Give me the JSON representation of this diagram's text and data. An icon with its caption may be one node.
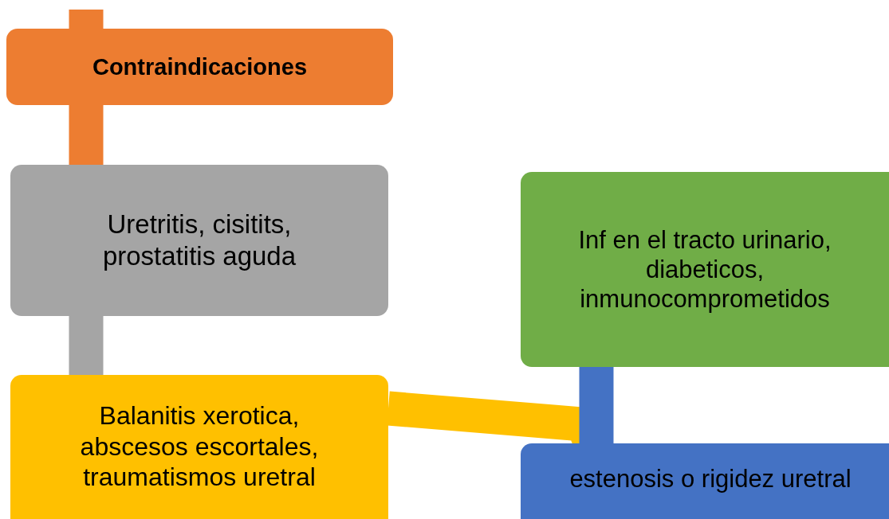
{
  "diagram": {
    "nodes": [
      {
        "text": [
          "Contraindicaciones"
        ]
      },
      {
        "text": [
          "Uretritis, cisitits, prostatitis aguda"
        ]
      },
      {
        "text": [
          "Balanitis xerotica, abscesos escortales, traumatismos uretral"
        ]
      },
      {
        "text": [
          "Inf en el tracto urinario, diabeticos, inmunocomprometidos"
        ]
      },
      {
        "text": [
          "estenosis o rigidez uretral"
        ]
      }
    ],
    "edges": [
      {
        "from": null,
        "to": 0,
        "arrow": "none",
        "color": "#ed7d31"
      },
      {
        "from": 0,
        "to": 1,
        "arrow": "none",
        "color": "#ed7d31"
      },
      {
        "from": 1,
        "to": 2,
        "arrow": "none",
        "color": "#a5a5a5"
      },
      {
        "from": 2,
        "to": 4,
        "arrow": "none",
        "color": "#ffc000"
      },
      {
        "from": 3,
        "to": 4,
        "arrow": "none",
        "color": "#4472c4"
      }
    ]
  }
}
